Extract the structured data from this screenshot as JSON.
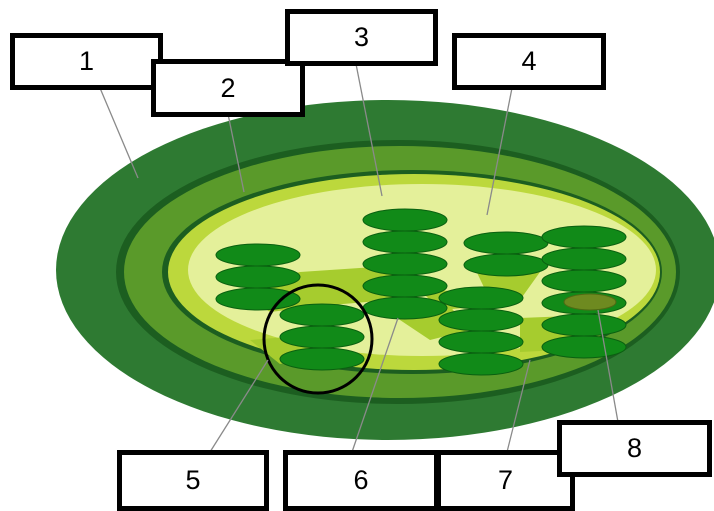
{
  "labels": {
    "one": "1",
    "two": "2",
    "three": "3",
    "four": "4",
    "five": "5",
    "six": "6",
    "seven": "7",
    "eight": "8"
  },
  "colors": {
    "outer_membrane": "#2e7a32",
    "intermembrane_space": "#5a9a2a",
    "inner_membrane_edge": "#1c5e20",
    "stroma_rim": "#bcd83c",
    "stroma": "#e4f09a",
    "thylakoid": "#118a18",
    "thylakoid_edge": "#0a6010",
    "lamella": "#a6cc2e",
    "highlight_disc": "#6e8a20",
    "leader_line": "#8a8a8a",
    "box_border": "#000000"
  }
}
